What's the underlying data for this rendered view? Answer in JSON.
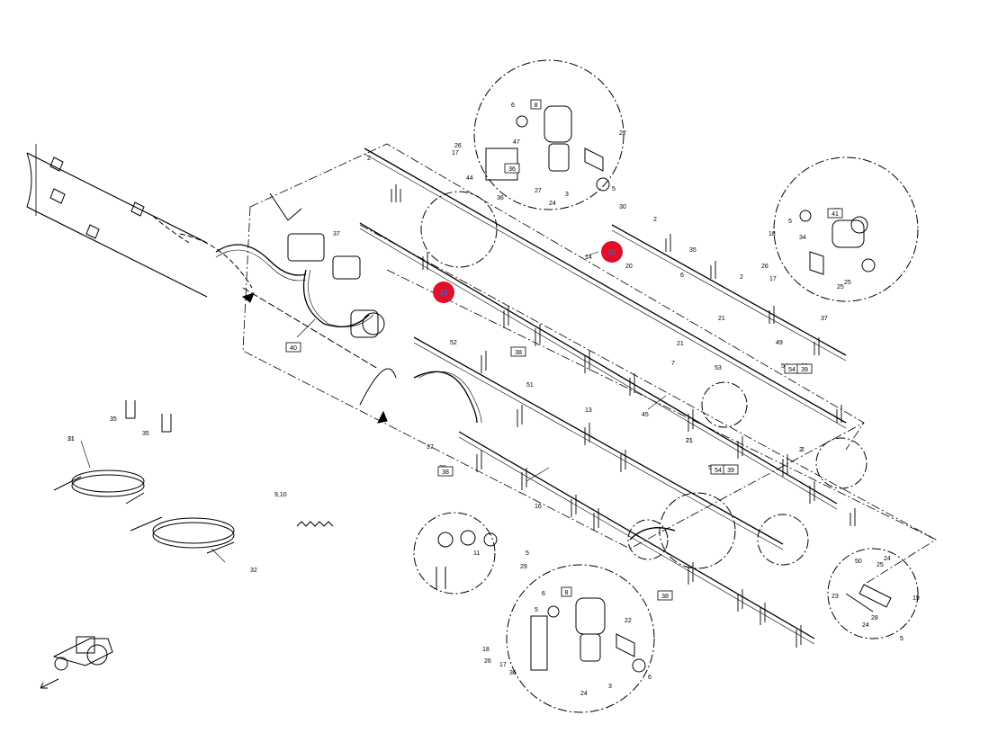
{
  "colors": {
    "background": "#ffffff",
    "line": "#000000",
    "hotspot_fill": "#e0102a",
    "hotspot_text": "#2b6fd6"
  },
  "hotspots": [
    {
      "id": "hotspot-16",
      "label": "16"
    },
    {
      "id": "hotspot-19",
      "label": "19"
    }
  ],
  "labels": [
    "2",
    "17",
    "26",
    "44",
    "47",
    "6",
    "8",
    "22",
    "5",
    "3",
    "27",
    "24",
    "37",
    "36",
    "14",
    "30",
    "2",
    "20",
    "35",
    "6",
    "5",
    "41",
    "18",
    "34",
    "26",
    "17",
    "25",
    "25",
    "2",
    "21",
    "21",
    "37",
    "49",
    "7",
    "53",
    "45",
    "39",
    "54",
    "21",
    "39",
    "54",
    "2",
    "13",
    "31",
    "52",
    "51",
    "40",
    "35",
    "35",
    "31",
    "32",
    "37",
    "38",
    "16",
    "9,10",
    "11",
    "29",
    "5",
    "38",
    "6",
    "8",
    "5",
    "22",
    "18",
    "26",
    "17",
    "36",
    "24",
    "3",
    "6",
    "50",
    "24",
    "25",
    "19",
    "23",
    "28",
    "24",
    "5",
    "2",
    "21"
  ],
  "boxed_labels": [
    "8",
    "41",
    "36",
    "38",
    "40",
    "54",
    "39",
    "54",
    "39",
    "38",
    "38",
    "8"
  ]
}
